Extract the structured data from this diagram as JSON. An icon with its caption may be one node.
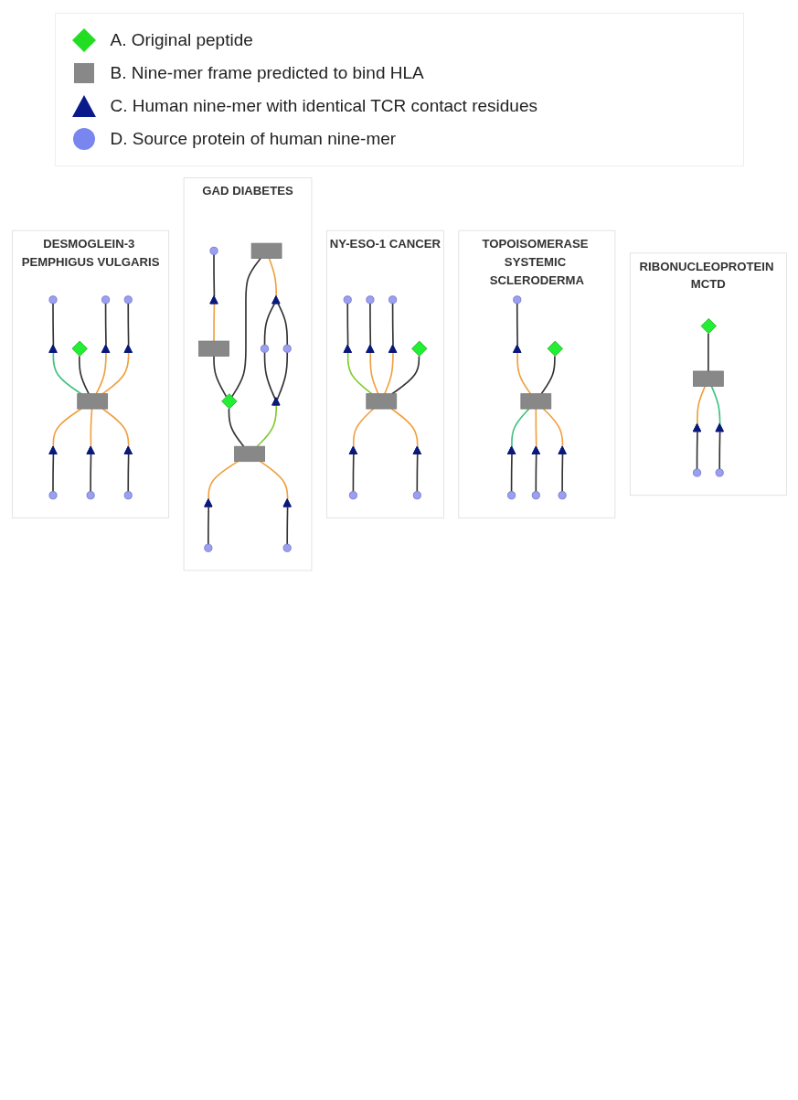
{
  "diagram": {
    "nodes": [
      {
        "text": [
          "RIBONUCLEOPROTEIN MCTD"
        ]
      },
      {
        "text": [],
        "shape": "diamond",
        "in": 0
      },
      {
        "text": [],
        "shape": "box",
        "in": 0
      },
      {
        "text": [],
        "shape": "triangle",
        "in": 0
      },
      {
        "text": [],
        "shape": "triangle",
        "in": 0
      },
      {
        "text": [],
        "shape": "circle",
        "in": 0
      },
      {
        "text": [],
        "shape": "circle",
        "in": 0
      },
      {
        "text": [
          "TOPOISOMERASE SYSTEMIC SCLERODERMA"
        ]
      },
      {
        "text": [],
        "shape": "circle",
        "in": 7
      },
      {
        "text": [],
        "shape": "triangle",
        "in": 7
      },
      {
        "text": [],
        "shape": "diamond",
        "in": 7
      },
      {
        "text": [],
        "shape": "circle",
        "in": 7
      },
      {
        "text": [],
        "shape": "triangle",
        "in": 7
      },
      {
        "text": [],
        "shape": "box",
        "in": 7
      },
      {
        "text": [],
        "shape": "triangle",
        "in": 7
      },
      {
        "text": [],
        "shape": "triangle",
        "in": 7
      },
      {
        "text": [],
        "shape": "circle",
        "in": 7
      },
      {
        "text": [],
        "shape": "circle",
        "in": 7
      },
      {
        "text": [
          "NY-ESO-1 CANCER"
        ]
      },
      {
        "text": [],
        "shape": "circle",
        "in": 18
      },
      {
        "text": [],
        "shape": "circle",
        "in": 18
      },
      {
        "text": [],
        "shape": "triangle",
        "in": 18
      },
      {
        "text": [],
        "shape": "circle",
        "in": 18
      },
      {
        "text": [],
        "shape": "triangle",
        "in": 18
      },
      {
        "text": [],
        "shape": "triangle",
        "in": 18
      },
      {
        "text": [],
        "shape": "box",
        "in": 18
      },
      {
        "text": [],
        "shape": "diamond",
        "in": 18
      },
      {
        "text": [],
        "shape": "triangle",
        "in": 18
      },
      {
        "text": [],
        "shape": "triangle",
        "in": 18
      },
      {
        "text": [],
        "shape": "circle",
        "in": 18
      },
      {
        "text": [],
        "shape": "circle",
        "in": 18
      },
      {
        "text": [
          "GAD DIABETES"
        ]
      },
      {
        "text": [],
        "shape": "circle",
        "in": 31
      },
      {
        "text": [],
        "shape": "triangle",
        "in": 31
      },
      {
        "text": [],
        "shape": "box",
        "in": 31
      },
      {
        "text": [],
        "shape": "box",
        "in": 31
      },
      {
        "text": [],
        "shape": "diamond",
        "in": 31
      },
      {
        "text": [],
        "shape": "triangle",
        "in": 31
      },
      {
        "text": [],
        "shape": "circle",
        "in": 31
      },
      {
        "text": [],
        "shape": "triangle",
        "in": 31
      },
      {
        "text": [],
        "shape": "box",
        "in": 31
      },
      {
        "text": [],
        "shape": "triangle",
        "in": 31
      },
      {
        "text": [],
        "shape": "circle",
        "in": 31
      },
      {
        "text": [],
        "shape": "circle",
        "in": 31
      },
      {
        "text": [],
        "shape": "triangle",
        "in": 31
      },
      {
        "text": [],
        "shape": "circle",
        "in": 31
      },
      {
        "text": [
          "DESMOGLEIN-3 PEMPHIGUS VULGARIS"
        ]
      },
      {
        "text": [],
        "shape": "circle",
        "in": 46
      },
      {
        "text": [],
        "shape": "diamond",
        "in": 46
      },
      {
        "text": [],
        "shape": "circle",
        "in": 46
      },
      {
        "text": [],
        "shape": "triangle",
        "in": 46
      },
      {
        "text": [],
        "shape": "triangle",
        "in": 46
      },
      {
        "text": [],
        "shape": "circle",
        "in": 46
      },
      {
        "text": [],
        "shape": "box",
        "in": 46
      },
      {
        "text": [],
        "shape": "triangle",
        "in": 46
      },
      {
        "text": [],
        "shape": "triangle",
        "in": 46
      },
      {
        "text": [],
        "shape": "circle",
        "in": 46
      },
      {
        "text": [],
        "shape": "triangle",
        "in": 46
      },
      {
        "text": [],
        "shape": "triangle",
        "in": 46
      },
      {
        "text": [],
        "shape": "circle",
        "in": 46
      },
      {
        "text": [],
        "shape": "circle",
        "in": 46
      }
    ],
    "edges": [
      {
        "from": 1,
        "to": 2,
        "arrow": "none"
      },
      {
        "from": 2,
        "to": 3,
        "arrow": "none",
        "color": "#f0a040"
      },
      {
        "from": 2,
        "to": 4,
        "arrow": "none",
        "color": "#40c080"
      },
      {
        "from": 3,
        "to": 5,
        "arrow": "none"
      },
      {
        "from": 4,
        "to": 6,
        "arrow": "none"
      },
      {
        "from": 8,
        "to": 9,
        "arrow": "none"
      },
      {
        "from": 9,
        "to": 13,
        "arrow": "none",
        "color": "#f0a040"
      },
      {
        "from": 10,
        "to": 13,
        "arrow": "none"
      },
      {
        "from": 13,
        "to": 12,
        "arrow": "none",
        "color": "#40c080"
      },
      {
        "from": 12,
        "to": 11,
        "arrow": "none"
      },
      {
        "from": 13,
        "to": 14,
        "arrow": "none",
        "color": "#f0a040"
      },
      {
        "from": 14,
        "to": 16,
        "arrow": "none"
      },
      {
        "from": 13,
        "to": 15,
        "arrow": "none",
        "color": "#f0a040"
      },
      {
        "from": 15,
        "to": 17,
        "arrow": "none"
      },
      {
        "from": 19,
        "to": 21,
        "arrow": "none"
      },
      {
        "from": 21,
        "to": 25,
        "arrow": "none",
        "color": "#80cc30"
      },
      {
        "from": 20,
        "to": 23,
        "arrow": "none"
      },
      {
        "from": 23,
        "to": 25,
        "arrow": "none",
        "color": "#f0a040"
      },
      {
        "from": 22,
        "to": 24,
        "arrow": "none"
      },
      {
        "from": 24,
        "to": 25,
        "arrow": "none",
        "color": "#f0a040"
      },
      {
        "from": 26,
        "to": 25,
        "arrow": "none"
      },
      {
        "from": 25,
        "to": 28,
        "arrow": "none",
        "color": "#f0a040"
      },
      {
        "from": 28,
        "to": 30,
        "arrow": "none"
      },
      {
        "from": 25,
        "to": 27,
        "arrow": "none",
        "color": "#f0a040"
      },
      {
        "from": 27,
        "to": 29,
        "arrow": "none"
      },
      {
        "from": 32,
        "to": 33,
        "arrow": "none"
      },
      {
        "from": 33,
        "to": 34,
        "arrow": "none",
        "color": "#f0a040"
      },
      {
        "from": 34,
        "to": 36,
        "arrow": "none"
      },
      {
        "from": 35,
        "to": 36,
        "arrow": "none"
      },
      {
        "from": 35,
        "to": 37,
        "arrow": "none",
        "color": "#f0a040"
      },
      {
        "from": 37,
        "to": 38,
        "arrow": "none"
      },
      {
        "from": 37,
        "to": 43,
        "arrow": "none"
      },
      {
        "from": 38,
        "to": 39,
        "arrow": "none"
      },
      {
        "from": 43,
        "to": 39,
        "arrow": "none"
      },
      {
        "from": 39,
        "to": 40,
        "arrow": "none",
        "color": "#80cc30"
      },
      {
        "from": 36,
        "to": 40,
        "arrow": "none"
      },
      {
        "from": 40,
        "to": 41,
        "arrow": "none",
        "color": "#f0a040"
      },
      {
        "from": 41,
        "to": 42,
        "arrow": "none"
      },
      {
        "from": 40,
        "to": 44,
        "arrow": "none",
        "color": "#f0a040"
      },
      {
        "from": 44,
        "to": 45,
        "arrow": "none"
      },
      {
        "from": 47,
        "to": 50,
        "arrow": "none"
      },
      {
        "from": 50,
        "to": 53,
        "arrow": "none",
        "color": "#40c080"
      },
      {
        "from": 48,
        "to": 53,
        "arrow": "none"
      },
      {
        "from": 49,
        "to": 51,
        "arrow": "none"
      },
      {
        "from": 51,
        "to": 53,
        "arrow": "none",
        "color": "#f0a040"
      },
      {
        "from": 52,
        "to": 54,
        "arrow": "none"
      },
      {
        "from": 54,
        "to": 53,
        "arrow": "none",
        "color": "#f0a040"
      },
      {
        "from": 53,
        "to": 55,
        "arrow": "none",
        "color": "#f0a040"
      },
      {
        "from": 55,
        "to": 56,
        "arrow": "none"
      },
      {
        "from": 53,
        "to": 57,
        "arrow": "none",
        "color": "#f0a040"
      },
      {
        "from": 57,
        "to": 59,
        "arrow": "none"
      },
      {
        "from": 53,
        "to": 58,
        "arrow": "none",
        "color": "#f0a040"
      },
      {
        "from": 58,
        "to": 60,
        "arrow": "none"
      }
    ],
    "legend": [
      {
        "text": "A. Original peptide"
      },
      {
        "text": "B. Nine-mer frame predicted to bind HLA"
      },
      {
        "text": "C. Human nine-mer with identical TCR contact residues"
      },
      {
        "text": "D. Source protein of human nine-mer"
      }
    ]
  }
}
